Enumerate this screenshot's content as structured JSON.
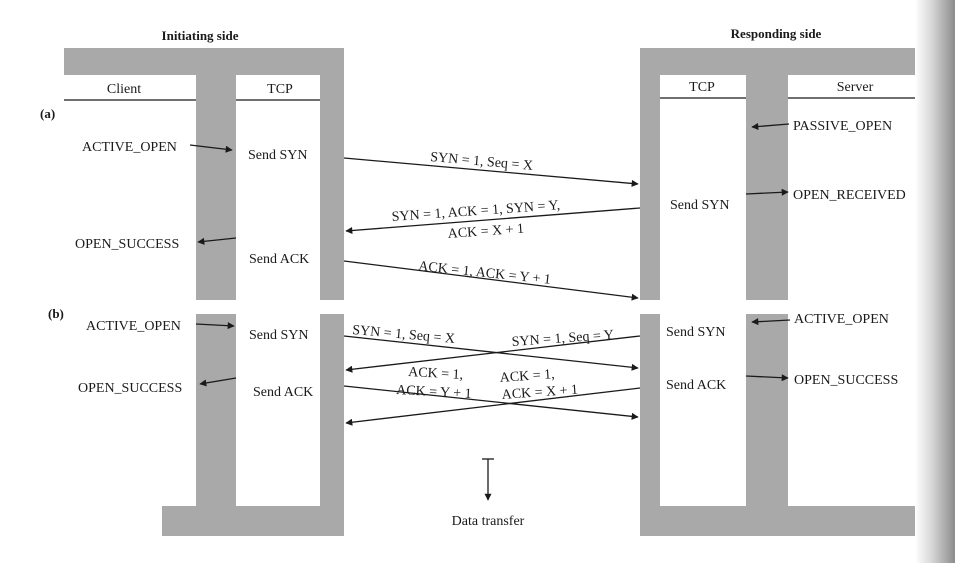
{
  "headers": {
    "initiating": "Initiating side",
    "responding": "Responding side"
  },
  "columns": {
    "client": "Client",
    "tcp_left": "TCP",
    "tcp_right": "TCP",
    "server": "Server"
  },
  "parts": {
    "a": "(a)",
    "b": "(b)"
  },
  "part_a": {
    "client_event_1": "ACTIVE_OPEN",
    "client_event_2": "OPEN_SUCCESS",
    "left_action_1": "Send SYN",
    "left_action_2": "Send ACK",
    "right_action_1": "Send SYN",
    "server_event_1": "PASSIVE_OPEN",
    "server_event_2": "OPEN_RECEIVED",
    "msg_1": "SYN = 1, Seq = X",
    "msg_2_line1": "SYN = 1, ACK = 1, SYN = Y,",
    "msg_2_line2": "ACK = X + 1",
    "msg_3": "ACK = 1, ACK = Y + 1"
  },
  "part_b": {
    "client_event_1": "ACTIVE_OPEN",
    "client_event_2": "OPEN_SUCCESS",
    "left_action_1": "Send SYN",
    "left_action_2": "Send ACK",
    "right_action_1": "Send SYN",
    "right_action_2": "Send ACK",
    "server_event_1": "ACTIVE_OPEN",
    "server_event_2": "OPEN_SUCCESS",
    "msg_left_syn": "SYN = 1, Seq = X",
    "msg_right_syn": "SYN = 1, Seq = Y",
    "msg_left_ack_line1": "ACK = 1,",
    "msg_left_ack_line2": "ACK = Y + 1",
    "msg_right_ack_line1": "ACK = 1,",
    "msg_right_ack_line2": "ACK = X + 1"
  },
  "footer": {
    "data_transfer": "Data transfer"
  }
}
